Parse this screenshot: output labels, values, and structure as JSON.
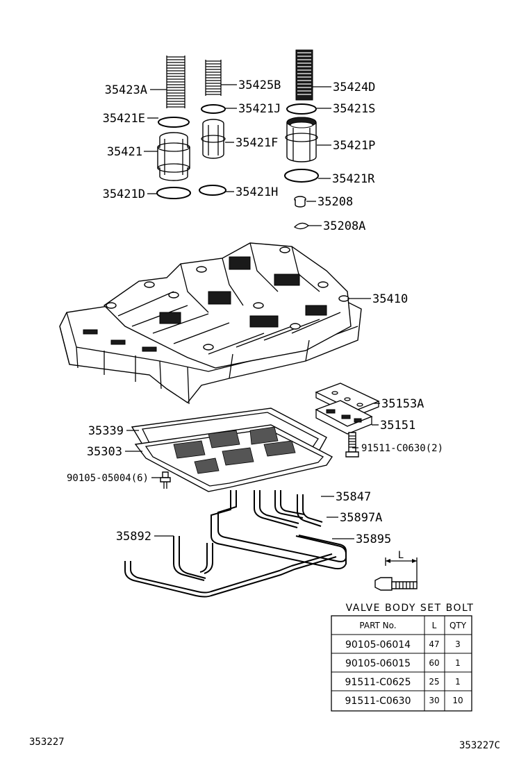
{
  "labels": {
    "p35423A": "35423A",
    "p35425B": "35425B",
    "p35424D": "35424D",
    "p35421E": "35421E",
    "p35421J": "35421J",
    "p35421S": "35421S",
    "p35421": "35421",
    "p35421F": "35421F",
    "p35421P": "35421P",
    "p35421R": "35421R",
    "p35421D": "35421D",
    "p35421H": "35421H",
    "p35208": "35208",
    "p35208A": "35208A",
    "p35410": "35410",
    "p35153A": "35153A",
    "p35151": "35151",
    "p35339": "35339",
    "p35303": "35303",
    "p91511": "91511-C0630(2)",
    "p90105": "90105-05004(6)",
    "p35847": "35847",
    "p35897A": "35897A",
    "p35892": "35892",
    "p35895": "35895"
  },
  "dimension_label": "L",
  "table": {
    "title": "VALVE BODY SET BOLT",
    "headers": [
      "PART No.",
      "L",
      "QTY"
    ],
    "rows": [
      {
        "part": "90105-06014",
        "l": "47",
        "qty": "3"
      },
      {
        "part": "90105-06015",
        "l": "60",
        "qty": "1"
      },
      {
        "part": "91511-C0625",
        "l": "25",
        "qty": "1"
      },
      {
        "part": "91511-C0630",
        "l": "30",
        "qty": "10"
      }
    ]
  },
  "footer": {
    "left_code": "353227",
    "right_code": "353227C"
  }
}
